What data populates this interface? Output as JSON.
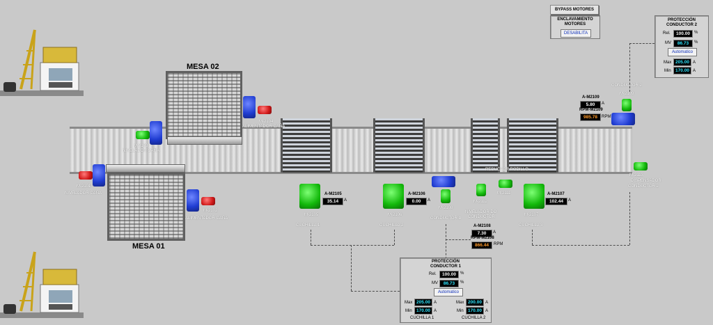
{
  "header": {
    "bypass_label": "BYPASS MOTORES",
    "interlock_title_1": "ENCLAVAMIENTO",
    "interlock_title_2": "MOTORES",
    "interlock_status": "DESABILITA"
  },
  "tables": {
    "mesa02": "MESA 02",
    "mesa01": "MESA 01"
  },
  "equipment_labels": {
    "m2104": "M-2104",
    "alimentador_cana_top": "ALIMENTADOR CAÑA",
    "m2103": "M-2103",
    "nivelador_cana_top": "NIVELADOR CAÑA",
    "m2101": "M-2101",
    "nivelador_cana_bottom": "NIVELADOR CAÑA",
    "m2102": "M-2102",
    "alimentador_cana_bottom": "ALIMENTADOR CAÑA",
    "m2105": "M-2105",
    "cuchilla1": "CUCHILLA 1",
    "m2106": "M-2106",
    "cuchilla2": "CUCHILLA 2",
    "m2108": "M-2108",
    "conductor1": "CONDUCTOR 1",
    "m2112": "M-2112",
    "nivelador_conductor_1": "NIVELADOR DO",
    "nivelador_conductor_2": "CONDUCTOR",
    "m2111": "M-2111",
    "m2107": "M-2107",
    "cuchilla3": "CUCHILLA 3",
    "reductor_rodillo": "REDUCTOR RODILLO",
    "conductor2": "CONDUCTOR 2",
    "m2109": "M-2109",
    "m2113": "M-2113",
    "dispensador_1": "DISPENSADOR",
    "dispensador_2": "CONDUCTOR 2"
  },
  "readings": {
    "a_m2105": {
      "tag": "A-M2105",
      "value": "35.14",
      "unit": "A"
    },
    "a_m2106": {
      "tag": "A-M2106",
      "value": "0.00",
      "unit": "A"
    },
    "a_m2107": {
      "tag": "A-M2107",
      "value": "102.44",
      "unit": "A"
    },
    "a_m2108": {
      "tag": "A-M2108",
      "value": "7.30",
      "unit": "A"
    },
    "rpm_m2108": {
      "tag": "RPM-M2108",
      "value": "866.44",
      "unit": "RPM"
    },
    "a_m2109": {
      "tag": "A-M2109",
      "value": "5.80",
      "unit": "A"
    },
    "rpm_m2109": {
      "tag": "RPM-M2109",
      "value": "985.78",
      "unit": "RPM"
    }
  },
  "protection1": {
    "title_1": "PROTECCIÓN",
    "title_2": "CONDUCTOR 1",
    "rel_label": "Rel.",
    "rel_value": "100.00",
    "mv_label": "MV",
    "mv_value": "86.73",
    "pct": "%",
    "mode": "Automatico",
    "max_label": "Max",
    "min_label": "Min",
    "c1_max": "205.00",
    "c1_min": "170.00",
    "c2_max": "200.00",
    "c2_min": "170.00",
    "amp": "A",
    "c1_label": "CUCHILLA 1",
    "c2_label": "CUCHILLA 2"
  },
  "protection2": {
    "title_1": "PROTECCIÓN",
    "title_2": "CONDUCTOR 2",
    "rel_label": "Rel.",
    "rel_value": "100.00",
    "mv_label": "MV",
    "mv_value": "86.73",
    "pct": "%",
    "mode": "Automatico",
    "max_label": "Max",
    "min_label": "Min",
    "max_value": "205.00",
    "min_value": "170.00",
    "amp": "A"
  },
  "colors": {
    "running": "#12b80a",
    "stopped": "#d01818",
    "drive": "#1f3cd1",
    "background": "#c9c9c9"
  }
}
